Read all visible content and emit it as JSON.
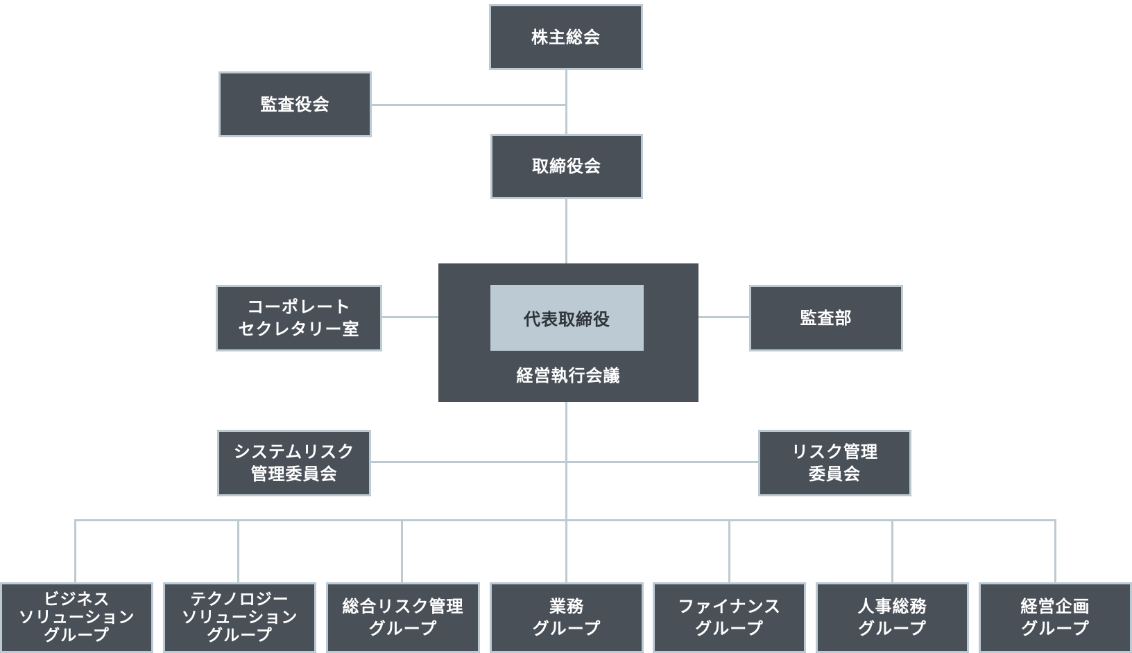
{
  "org_chart": {
    "shareholders_meeting": "株主総会",
    "audit_board": "監査役会",
    "board_of_directors": "取締役会",
    "ceo": "代表取締役",
    "executive_meeting": "経営執行会議",
    "corporate_secretary": [
      "コーポレート",
      "セクレタリー室"
    ],
    "internal_audit": "監査部",
    "system_risk_committee": [
      "システムリスク",
      "管理委員会"
    ],
    "risk_committee": [
      "リスク管理",
      "委員会"
    ],
    "groups": [
      {
        "lines": [
          "ビジネス",
          "ソリューション",
          "グループ"
        ]
      },
      {
        "lines": [
          "テクノロジー",
          "ソリューション",
          "グループ"
        ]
      },
      {
        "lines": [
          "総合リスク管理",
          "グループ"
        ]
      },
      {
        "lines": [
          "業務",
          "グループ"
        ]
      },
      {
        "lines": [
          "ファイナンス",
          "グループ"
        ]
      },
      {
        "lines": [
          "人事総務",
          "グループ"
        ]
      },
      {
        "lines": [
          "経営企画",
          "グループ"
        ]
      }
    ]
  },
  "colors": {
    "box_fill": "#4a5058",
    "box_border": "#bccad4",
    "connector": "#bccad4",
    "ceo_fill": "#bccad4",
    "text_light": "#ffffff",
    "text_dark": "#2f343a"
  }
}
